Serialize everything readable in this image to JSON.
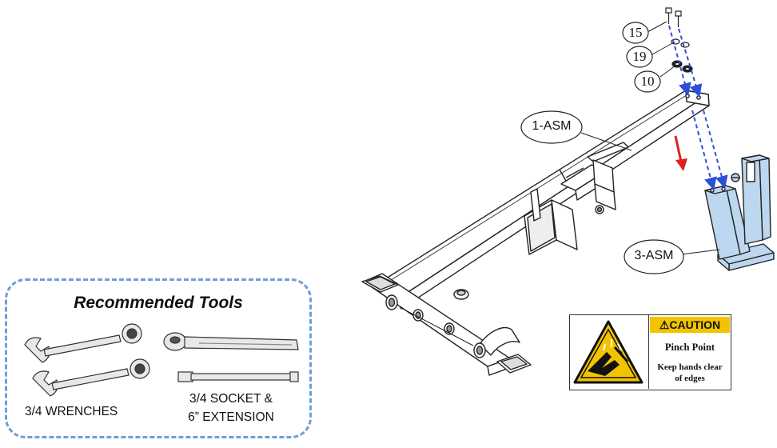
{
  "tools": {
    "title": "Recommended Tools",
    "wrenches_label": "3/4 WRENCHES",
    "socket_label_line1": "3/4 SOCKET &",
    "socket_label_line2": "6” EXTENSION"
  },
  "callouts": {
    "bolt": "15",
    "lock_washer": "19",
    "flat_washer": "10",
    "main_frame": "1-ASM",
    "rear_stand": "3-ASM"
  },
  "caution": {
    "heading": "CAUTION",
    "title": "Pinch Point",
    "body_line1": "Keep hands clear",
    "body_line2": "of edges",
    "icon": "pinch-hand-icon"
  },
  "colors": {
    "part_highlight": "#bcd7ef",
    "assembly_arrow": "#2b4fd8",
    "direction_arrow": "#e02020",
    "tools_border": "#6f9fd4",
    "caution_yellow": "#f2c400"
  }
}
